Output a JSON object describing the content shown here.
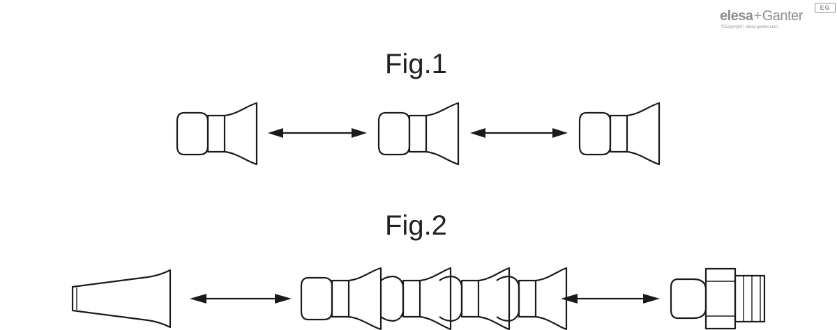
{
  "logo": {
    "brand_left": "elesa",
    "plus": "+",
    "brand_right": "Ganter",
    "badge": "EG",
    "copyright": "©Copyright | elesa-ganter.com"
  },
  "figures": [
    {
      "title": "Fig.1"
    },
    {
      "title": "Fig.2"
    }
  ]
}
